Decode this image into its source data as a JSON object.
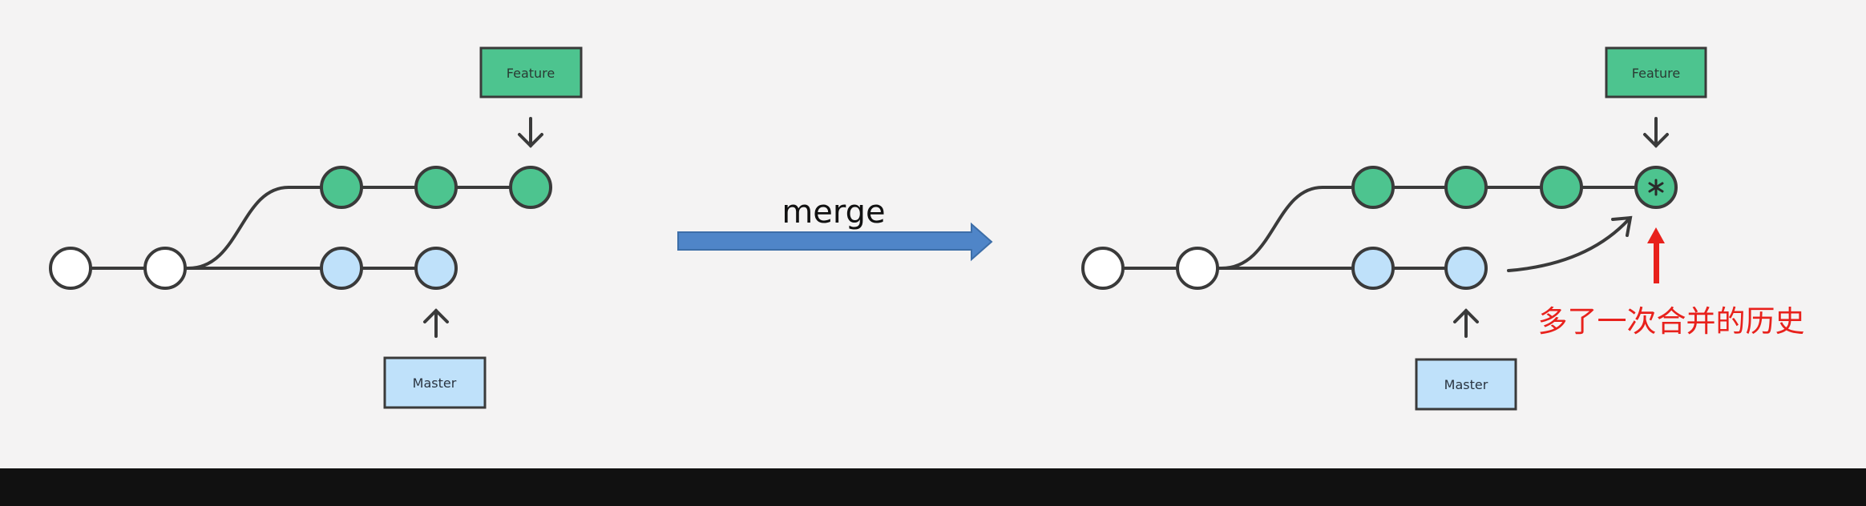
{
  "before": {
    "feature_label": "Feature",
    "master_label": "Master"
  },
  "merge_label": "merge",
  "after": {
    "feature_label": "Feature",
    "master_label": "Master",
    "annotation": "多了一次合并的历史"
  },
  "colors": {
    "background": "#f4f3f3",
    "bottom_bar": "#111111",
    "feature_fill": "#4dc48f",
    "master_fill": "#bfe1fa",
    "commit_white": "#ffffff",
    "line": "#3a3a3a",
    "arrow_blue": "#4f85c8",
    "annotation_red": "#e8211c"
  },
  "icons": {
    "merge_commit_marker": "asterisk-icon"
  }
}
